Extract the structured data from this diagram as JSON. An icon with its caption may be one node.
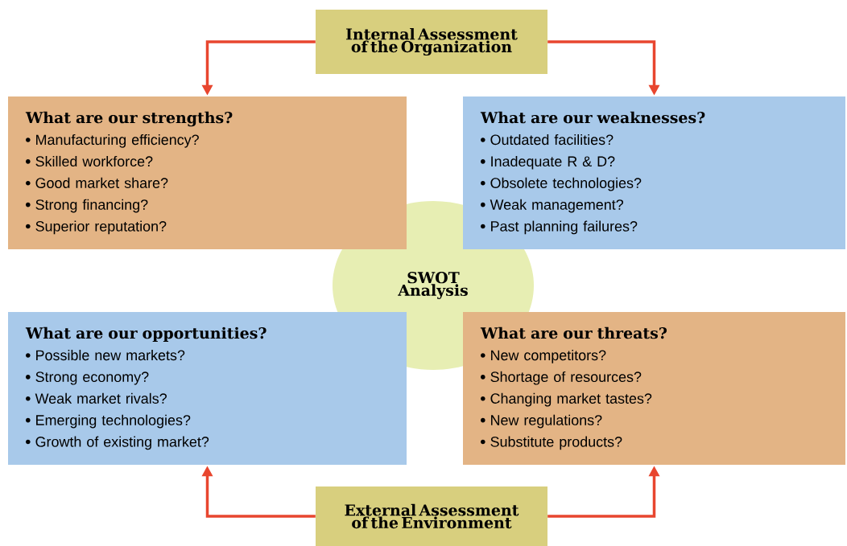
{
  "diagram": {
    "nodes": [
      {
        "text": [
          "Internal Assessment of the Organization"
        ]
      },
      {
        "text": [
          "What are our strengths?",
          "Manufacturing efficiency?",
          "Skilled workforce?",
          "Good market share?",
          "Strong financing?",
          "Superior reputation?"
        ]
      },
      {
        "text": [
          "What are our weaknesses?",
          "Outdated facilities?",
          "Inadequate R & D?",
          "Obsolete technologies?",
          "Weak management?",
          "Past planning failures?"
        ]
      },
      {
        "text": [
          "SWOT Analysis"
        ]
      },
      {
        "text": [
          "What are our opportunities?",
          "Possible new markets?",
          "Strong economy?",
          "Weak market rivals?",
          "Emerging technologies?",
          "Growth of existing market?"
        ]
      },
      {
        "text": [
          "What are our threats?",
          "New competitors?",
          "Shortage of resources?",
          "Changing market tastes?",
          "New regulations?",
          "Substitute products?"
        ]
      },
      {
        "text": [
          "External Assessment of the Environment"
        ]
      }
    ],
    "edges": [
      {
        "from": 0,
        "to": 1,
        "arrow": "to"
      },
      {
        "from": 0,
        "to": 2,
        "arrow": "to"
      },
      {
        "from": 6,
        "to": 4,
        "arrow": "to"
      },
      {
        "from": 6,
        "to": 5,
        "arrow": "to"
      }
    ]
  }
}
